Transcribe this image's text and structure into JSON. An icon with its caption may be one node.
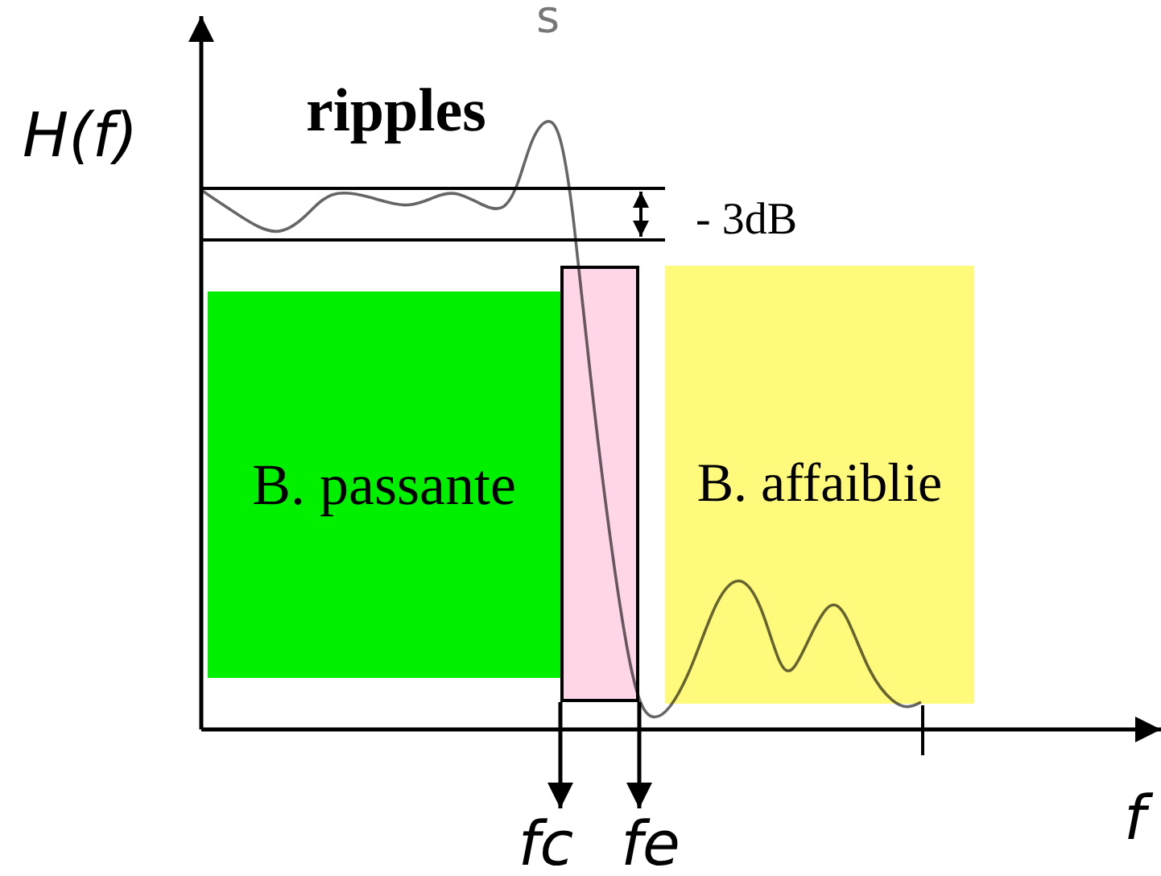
{
  "diagram": {
    "nodes": [
      {
        "text": [
          "B. passante"
        ]
      },
      {
        "text": [],
        "shape": "box"
      },
      {
        "text": [
          "B. affaiblie"
        ]
      },
      {
        "text": [
          "fc"
        ]
      },
      {
        "text": [
          "fe"
        ]
      }
    ],
    "edges": [
      {
        "from": 1,
        "to": 3,
        "arrow": "to"
      },
      {
        "from": 1,
        "to": 4,
        "arrow": "to"
      }
    ],
    "labels": [
      "s",
      "H(f)",
      "ripples",
      "- 3dB",
      "f"
    ]
  }
}
